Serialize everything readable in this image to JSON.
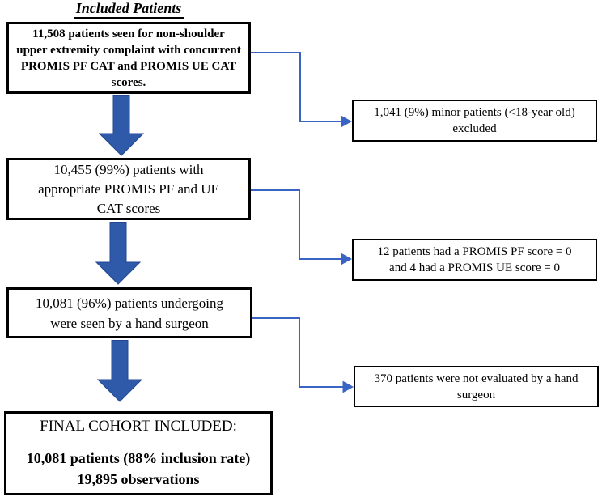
{
  "colors": {
    "bg": "#ffffff",
    "text": "#000000",
    "box_border": "#000000",
    "arrow_fill": "#2e5aa9",
    "arrow_stroke": "#24478f",
    "connector": "#3a64c4"
  },
  "title": "Included Patients",
  "main_boxes": [
    {
      "name": "initial-cohort",
      "lines": [
        "11,508 patients seen for non-shoulder",
        "upper extremity complaint with concurrent",
        "PROMIS PF CAT and PROMIS UE CAT",
        "scores."
      ]
    },
    {
      "name": "appropriate-scores",
      "lines": [
        "10,455 (99%) patients with",
        "appropriate PROMIS PF and UE",
        "CAT scores"
      ]
    },
    {
      "name": "hand-surgeon",
      "lines": [
        "10,081 (96%) patients undergoing",
        "were seen by a hand surgeon"
      ]
    }
  ],
  "final_box": {
    "heading": "FINAL COHORT INCLUDED:",
    "stats": [
      "10,081 patients (88% inclusion rate)",
      "19,895 observations"
    ]
  },
  "side_boxes": [
    {
      "name": "minors-excluded",
      "lines": [
        "1,041 (9%) minor patients (<18-year old)",
        "excluded"
      ]
    },
    {
      "name": "zero-scores-excluded",
      "lines": [
        "12 patients had a PROMIS PF score = 0",
        "and 4 had a PROMIS UE score = 0"
      ]
    },
    {
      "name": "not-hand-surgeon-excluded",
      "lines": [
        "370 patients were not evaluated by a hand",
        "surgeon"
      ]
    }
  ]
}
